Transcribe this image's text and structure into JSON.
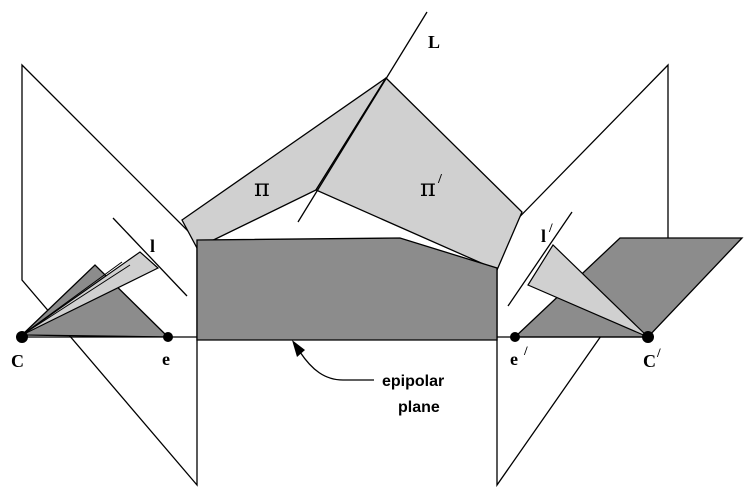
{
  "diagram": {
    "labels": {
      "line_L": "L",
      "plane_pi": "π",
      "plane_pi_prime": "π",
      "prime_mark": "/",
      "line_l": "l",
      "line_l_prime": "l",
      "center_C": "C",
      "center_C_prime": "C",
      "epipole_e": "e",
      "epipole_e_prime": "e",
      "caption_line1": "epipolar",
      "caption_line2": "plane"
    },
    "colors": {
      "background": "#ffffff",
      "light_gray": "#d0d0d0",
      "dark_gray": "#8c8c8c",
      "stroke": "#000000"
    }
  }
}
